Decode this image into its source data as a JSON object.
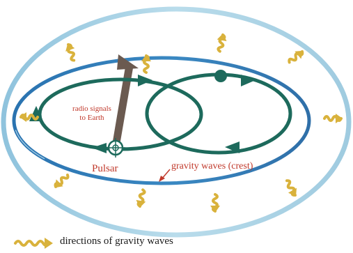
{
  "labels": {
    "radio_signals_line1": "radio signals",
    "radio_signals_line2": "to Earth",
    "pulsar": "Pulsar",
    "gravity_waves_crest": "gravity waves (crest)",
    "legend": "directions of gravity waves"
  },
  "colors": {
    "orbit": "#1d6a5c",
    "wave_crest_dark": "#2c6ea6",
    "wave_crest_light": "#a9cde0",
    "gravity_wave_arrow": "#d9b23c",
    "radio_beam": "#6b5a50",
    "label_red": "#c0392b",
    "legend_text": "#1a1a1a"
  },
  "icons": {
    "gravity_wave_arrow": "wavy-arrow-icon",
    "pulsar": "pulsar-crosshair-icon",
    "companion_star": "companion-dot-icon"
  }
}
